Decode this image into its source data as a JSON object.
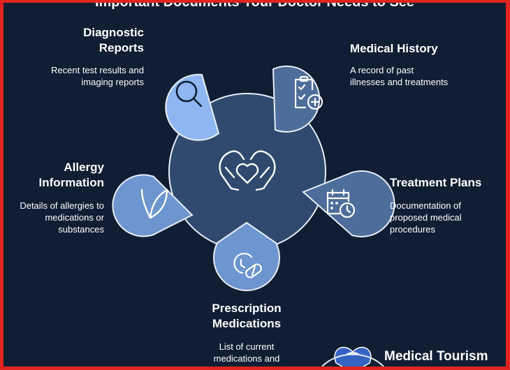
{
  "title": "Important Documents Your Doctor Needs to See",
  "center": {
    "icon": "heart-hands-icon"
  },
  "items": [
    {
      "key": "diagnostic",
      "heading_lines": [
        "Diagnostic",
        "Reports"
      ],
      "desc_lines": [
        "Recent test results and",
        "imaging reports"
      ],
      "icon": "magnifier-icon",
      "color": "#8eb7f2"
    },
    {
      "key": "history",
      "heading_lines": [
        "Medical History"
      ],
      "desc_lines": [
        "A record of past",
        "illnesses and treatments"
      ],
      "icon": "clipboard-plus-icon",
      "color": "#4d6e9a"
    },
    {
      "key": "treatment",
      "heading_lines": [
        "Treatment Plans"
      ],
      "desc_lines": [
        "Documentation of",
        "proposed medical",
        "procedures"
      ],
      "icon": "calendar-clock-icon",
      "color": "#4d6e9a"
    },
    {
      "key": "prescription",
      "heading_lines": [
        "Prescription",
        "Medications"
      ],
      "desc_lines": [
        "List of current",
        "medications and"
      ],
      "icon": "clock-pill-icon",
      "color": "#6d95cf"
    },
    {
      "key": "allergy",
      "heading_lines": [
        "Allergy",
        "Information"
      ],
      "desc_lines": [
        "Details of allergies to",
        "medications or",
        "substances"
      ],
      "icon": "leaf-icon",
      "color": "#6d95cf"
    }
  ],
  "brand": {
    "name": "Medical Tourism",
    "logo_icon": "heart-logo-icon"
  },
  "colors": {
    "background": "#0f1e33",
    "border": "#e0241e",
    "center_circle": "#2f4a6e",
    "outline": "#e8eef7"
  }
}
